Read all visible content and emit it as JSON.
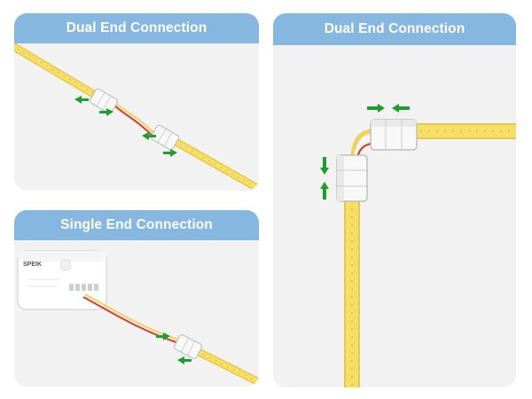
{
  "panels": {
    "dual_top": {
      "title": "Dual End Connection"
    },
    "single": {
      "title": "Single End Connection"
    },
    "dual_right": {
      "title": "Dual End Connection"
    }
  },
  "controller": {
    "brand_text": "SPEIK"
  },
  "colors": {
    "header_bg": "#86b7e0",
    "panel_bg": "#f2f2f2",
    "strip_yellow": "#f6df64",
    "led_chip": "#d8b53a",
    "wire_red": "#d93a2e",
    "arrow_green": "#1f9d2e"
  },
  "icons": [
    "arrow-icon",
    "connector-icon",
    "led-strip",
    "controller-box"
  ]
}
